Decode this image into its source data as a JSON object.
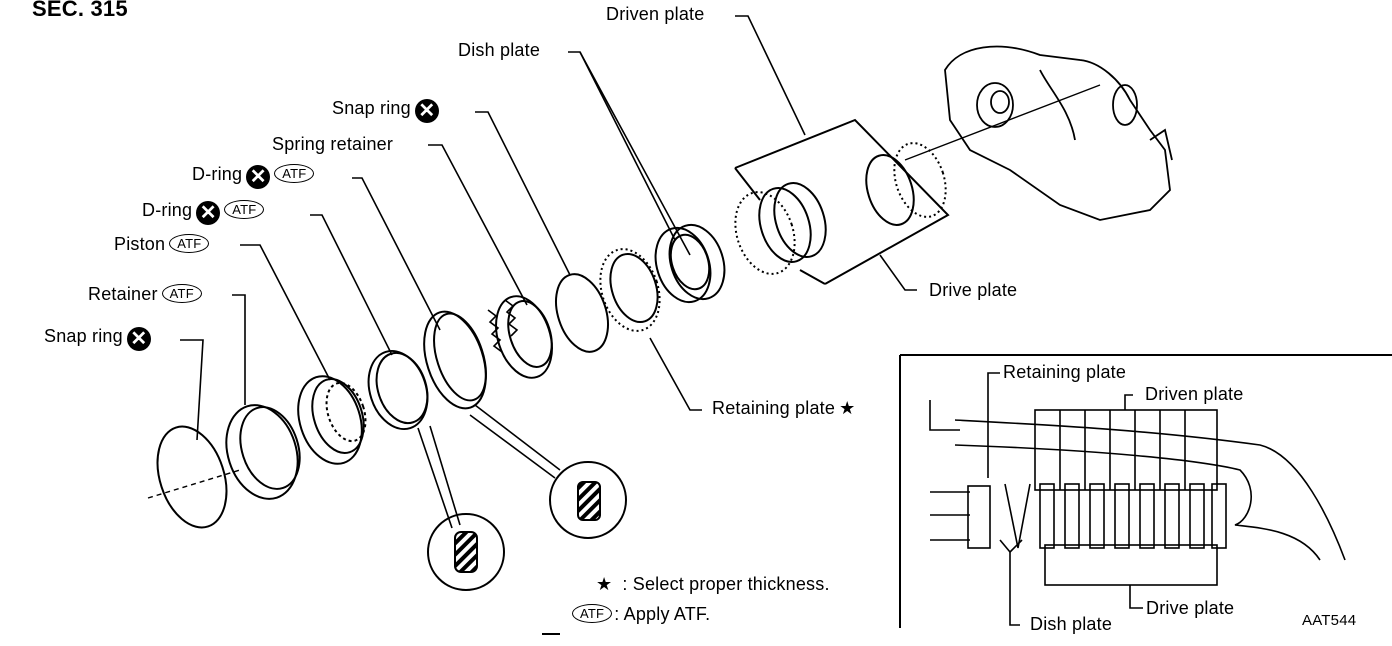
{
  "section": "SEC. 315",
  "code": "AAT544",
  "badges": {
    "atf": "ATF",
    "x": "✕",
    "star": "★"
  },
  "labels": {
    "driven_plate": "Driven plate",
    "dish_plate": "Dish plate",
    "snap_ring_top": "Snap ring",
    "spring_retainer": "Spring retainer",
    "d_ring_1": "D-ring",
    "d_ring_2": "D-ring",
    "piston": "Piston",
    "retainer": "Retainer",
    "snap_ring_bottom": "Snap ring",
    "drive_plate": "Drive plate",
    "retaining_plate": "Retaining plate"
  },
  "inset_labels": {
    "retaining_plate": "Retaining plate",
    "driven_plate": "Driven plate",
    "drive_plate": "Drive plate",
    "dish_plate": "Dish plate"
  },
  "legend": {
    "star_text": ": Select proper thickness.",
    "atf_text": ": Apply ATF."
  }
}
